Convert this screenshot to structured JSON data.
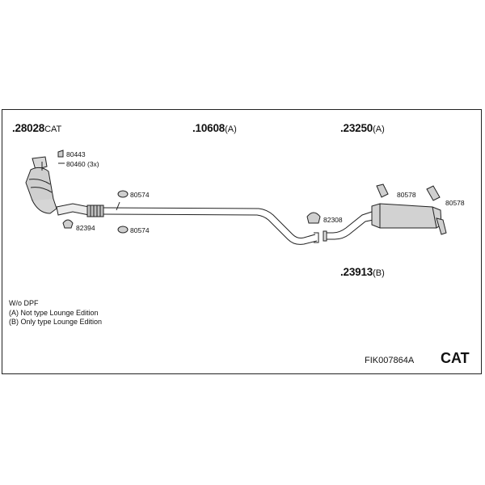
{
  "parts": {
    "p1": {
      "num": ".28028",
      "suffix": "CAT"
    },
    "p2": {
      "num": ".10608",
      "suffix": "(A)"
    },
    "p3": {
      "num": ".23250",
      "suffix": "(A)"
    },
    "p4": {
      "num": ".23913",
      "suffix": "(B)"
    }
  },
  "small_parts": {
    "s80443": "80443",
    "s80460": "80460 (3x)",
    "s80574a": "80574",
    "s80574b": "80574",
    "s82394": "82394",
    "s82308": "82308",
    "s80578a": "80578",
    "s80578b": "80578"
  },
  "notes": {
    "line1": "W/o DPF",
    "line2": "(A) Not type Lounge Edition",
    "line3": "(B) Only type Lounge Edition"
  },
  "footer": {
    "code": "FIK007864A",
    "cat": "CAT"
  }
}
